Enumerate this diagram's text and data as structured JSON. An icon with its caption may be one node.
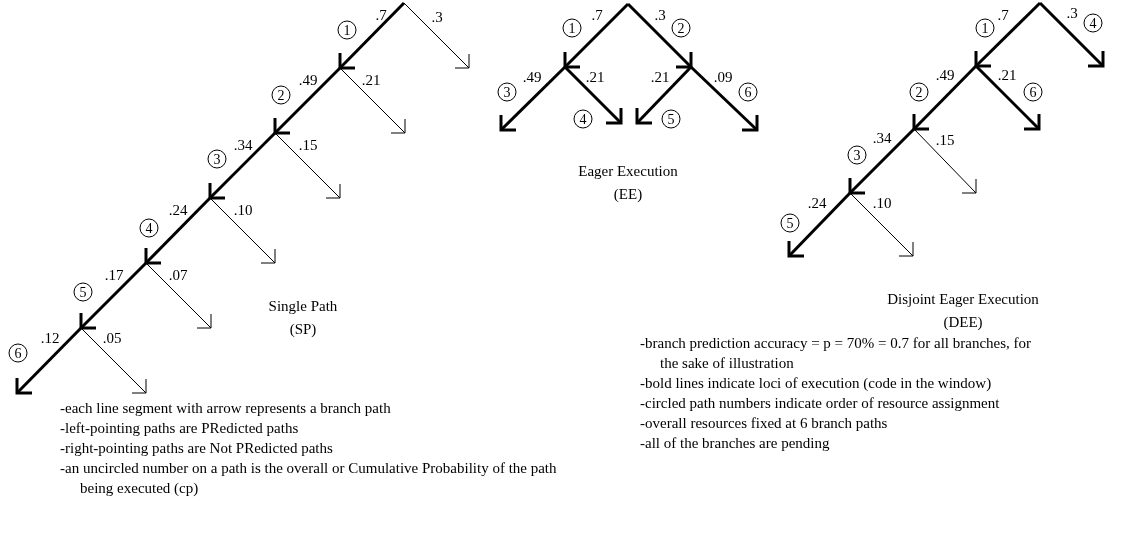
{
  "diagram": {
    "labels": [
      "1",
      ".7",
      ".3",
      "2",
      ".49",
      ".21",
      "3",
      ".34",
      ".15",
      "4",
      ".24",
      ".10",
      "5",
      ".17",
      ".07",
      "6",
      ".12",
      ".05",
      "Single Path (SP)",
      "1",
      ".7",
      ".3",
      "2",
      "3",
      ".49",
      ".21",
      "4",
      ".21",
      "5",
      ".09",
      "6",
      "Eager Execution (EE)",
      "1",
      ".7",
      ".3",
      "4",
      "2",
      ".49",
      ".21",
      "6",
      "3",
      ".34",
      ".15",
      "5",
      ".24",
      ".10",
      "Disjoint Eager Execution (DEE)",
      "-each line segment with arrow represents a branch path",
      "-left-pointing paths are PRedicted paths",
      "-right-pointing paths are Not PRedicted paths",
      "-an uncircled number on a path is the overall or Cumulative Probability of the path being executed (cp)",
      "-branch prediction accuracy = p = 70% = 0.7 for all branches, for the sake of illustration",
      "-bold lines indicate loci of execution (code in the window)",
      "-circled path numbers indicate order of resource assignment",
      "-overall resources fixed at 6 branch paths",
      "-all of the branches are pending"
    ]
  }
}
